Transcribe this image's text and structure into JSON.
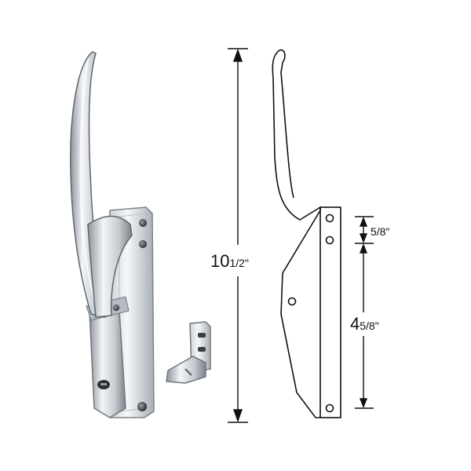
{
  "dimensions": {
    "overall_height": {
      "whole": "10",
      "fraction": "1/2",
      "unit": "\""
    },
    "hole_spacing": {
      "whole": "",
      "fraction": "5/8",
      "unit": "\""
    },
    "mount_spacing": {
      "whole": "4",
      "fraction": "5/8",
      "unit": "\""
    }
  },
  "colors": {
    "outline": "#111111",
    "metal_light": "#eef0f2",
    "metal_mid": "#bcc2c8",
    "metal_dark": "#6b7178"
  }
}
